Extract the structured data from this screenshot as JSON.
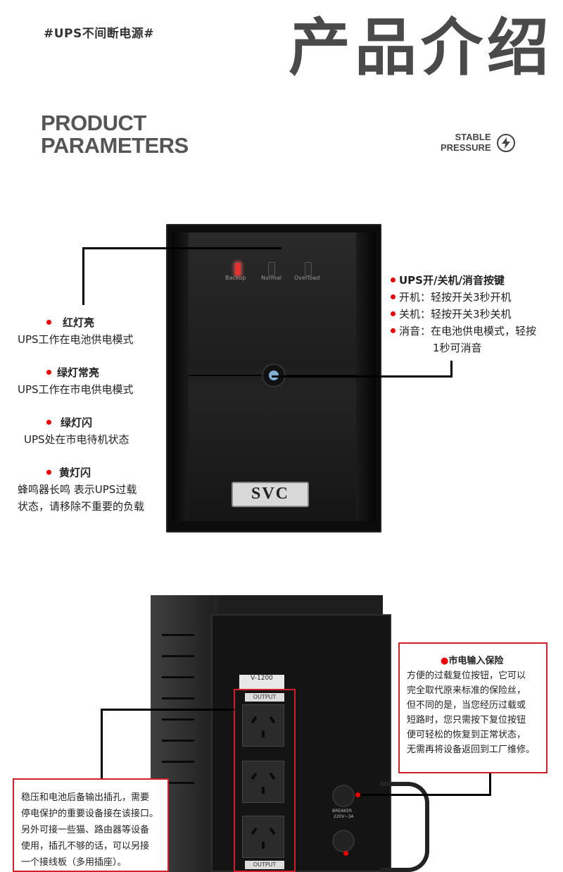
{
  "header": {
    "hashtag": "#UPS不间断电源#",
    "title": "产品介绍",
    "subtitle_line1": "PRODUCT",
    "subtitle_line2": "PARAMETERS",
    "tag_line1": "STABLE",
    "tag_line2": "PRESSURE",
    "tag_icon": "bolt-icon"
  },
  "front_unit": {
    "led_labels": [
      "Backup",
      "Normal",
      "Overload"
    ],
    "brand": "SVC"
  },
  "left_notes": [
    {
      "title": "红灯亮",
      "desc": "UPS工作在电池供电模式"
    },
    {
      "title": "绿灯常亮",
      "desc": "UPS工作在市电供电模式"
    },
    {
      "title": "绿灯闪",
      "desc": "UPS处在市电待机状态"
    },
    {
      "title": "黄灯闪",
      "desc1": "蜂鸣器长鸣 表示UPS过载",
      "desc2": "状态，请移除不重要的负载"
    }
  ],
  "right_notes": {
    "title": "UPS开/关机/消音按键",
    "items": [
      "开机：轻按开关3秒开机",
      "关机：轻按开关3秒关机",
      "消音：在电池供电模式，轻按"
    ],
    "item3_cont": "1秒可消音"
  },
  "rear_unit": {
    "model": "V-1200",
    "output_tag": "OUTPUT",
    "breaker": "BREAKER",
    "breaker_rating": "220V~3A"
  },
  "rear_notes": {
    "input_title": "市电输入保险",
    "input_lines": [
      "方便的过载复位按钮，它可以",
      "完全取代原来标准的保险丝，",
      "但不同的是，当您经历过载或",
      "短路时，您只需按下复位按钮",
      "便可轻松的恢复到正常状态，",
      "无需再将设备返回到工厂维修。"
    ],
    "output_lines": [
      "稳压和电池后备输出插孔，需要",
      "停电保护的重要设备接在该接口。",
      "另外可接一些猫、路由器等设备",
      "使用，插孔不够的话，可以另接",
      "一个接线板（多用插座）。"
    ]
  },
  "colors": {
    "accent_red": "#d0202a",
    "dot_red": "#ee0000",
    "title_gray": "#4a4a4a"
  }
}
